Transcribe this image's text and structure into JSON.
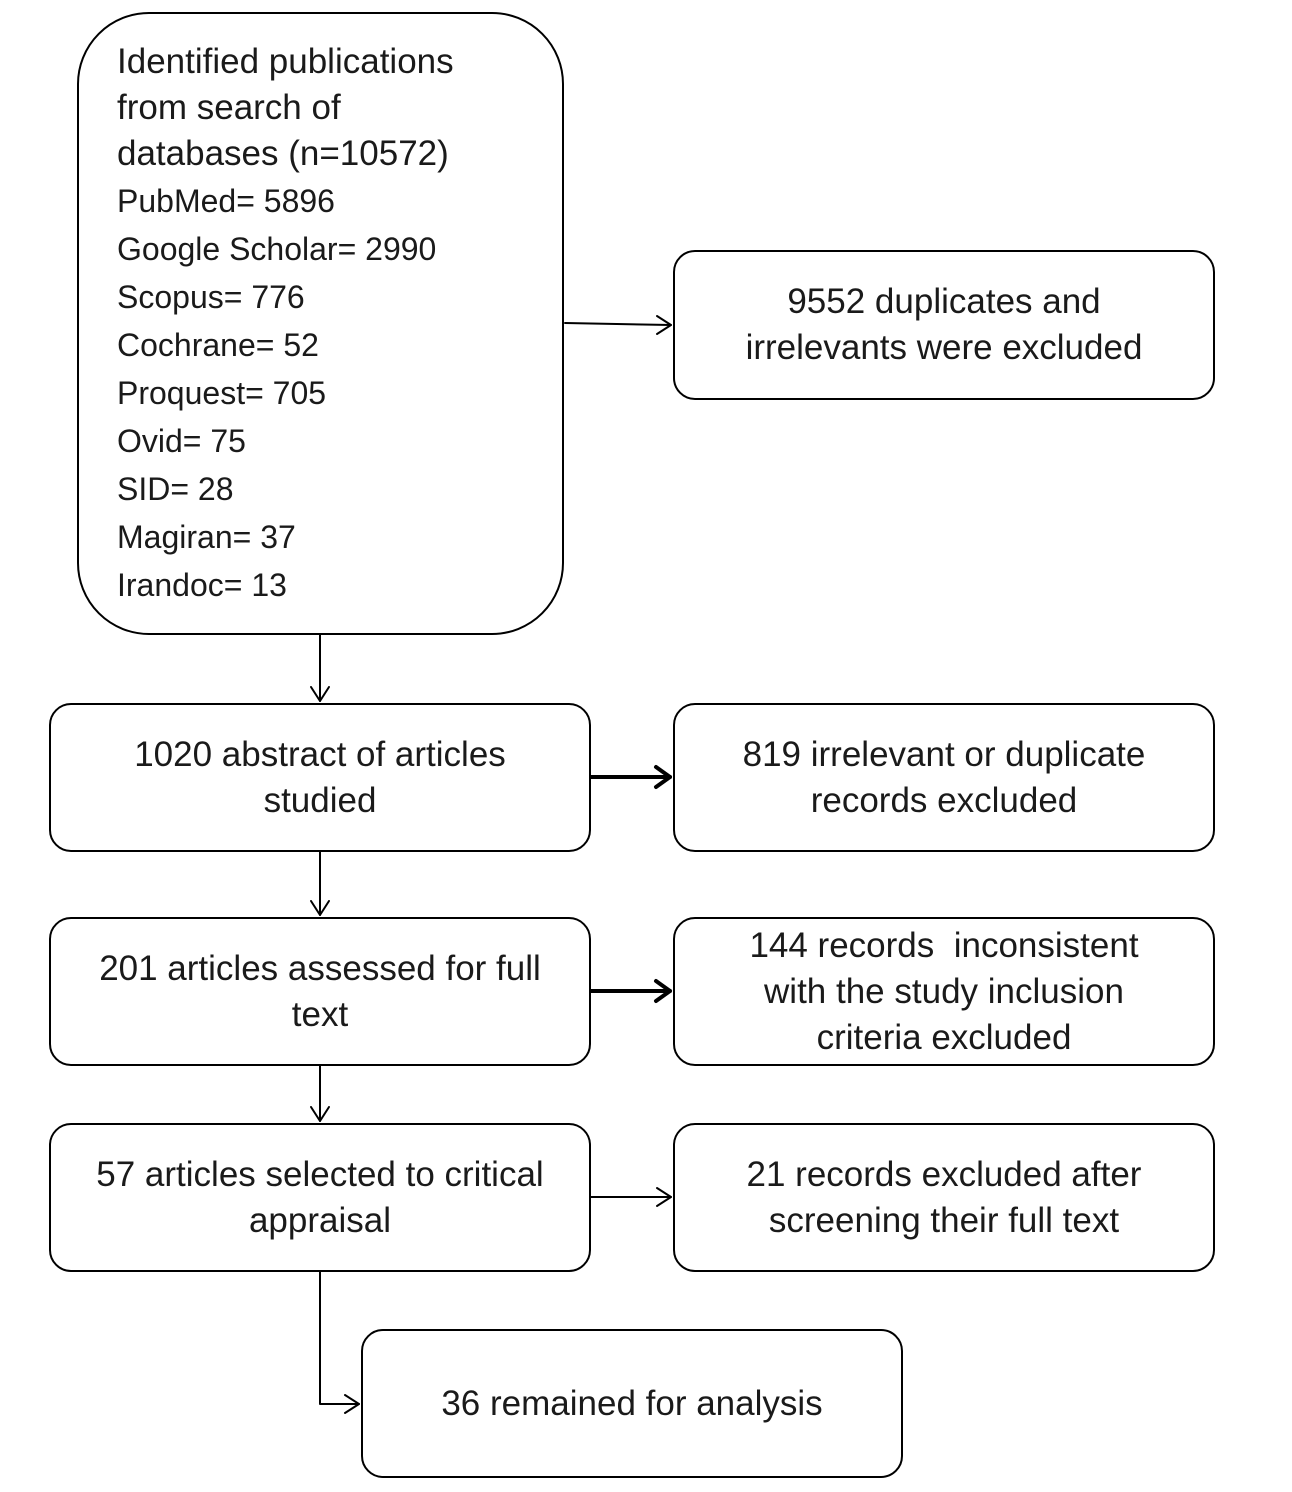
{
  "colors": {
    "stroke": "#000000",
    "text": "#1a1a1a",
    "background": "#ffffff"
  },
  "source": {
    "heading": [
      "Identified publications",
      "from search of",
      "databases (n=10572)"
    ],
    "databases": [
      "PubMed= 5896",
      "Google Scholar= 2990",
      "Scopus= 776",
      "Cochrane= 52",
      "Proquest= 705",
      "Ovid= 75",
      "SID= 28",
      "Magiran= 37",
      "Irandoc= 13"
    ]
  },
  "excluded_duplicates": {
    "lines": [
      "9552 duplicates and",
      "irrelevants were excluded"
    ]
  },
  "abstracts": {
    "lines": [
      "1020 abstract of articles",
      "studied"
    ]
  },
  "excluded_abstracts": {
    "lines": [
      "819 irrelevant or duplicate",
      "records excluded"
    ]
  },
  "full_text": {
    "lines": [
      "201 articles assessed for full",
      "text"
    ]
  },
  "excluded_criteria": {
    "lines": [
      "144 records  inconsistent",
      "with the study inclusion",
      "criteria excluded"
    ]
  },
  "appraisal": {
    "lines": [
      "57 articles selected to critical",
      "appraisal"
    ]
  },
  "excluded_screening": {
    "lines": [
      "21 records excluded after",
      "screening their full text"
    ]
  },
  "final": {
    "lines": [
      "36 remained for analysis"
    ]
  }
}
